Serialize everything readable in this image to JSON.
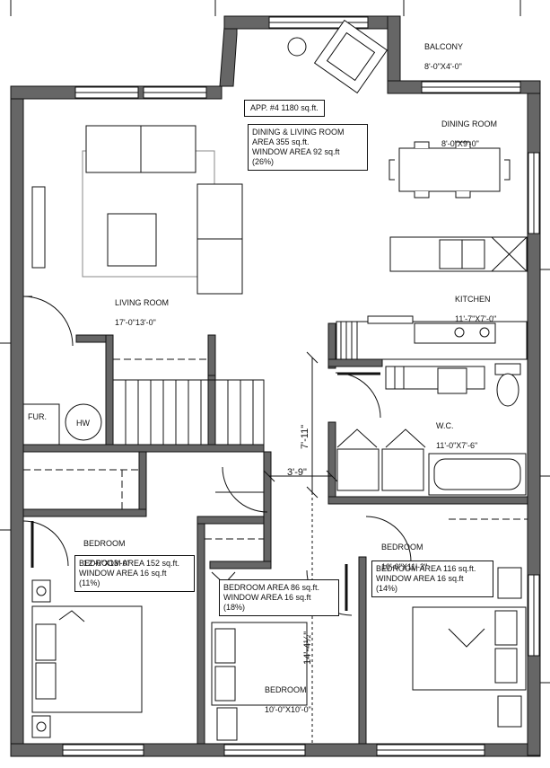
{
  "apartment": {
    "summary": "APP. #4 1180 sq.ft."
  },
  "rooms": {
    "balcony": {
      "name": "BALCONY",
      "size": "8'-0\"X4'-0\""
    },
    "dining": {
      "name": "DINING ROOM",
      "size": "8'-0\"X9'-0\""
    },
    "living": {
      "name": "LIVING ROOM",
      "size": "17'-0\"13'-0\""
    },
    "kitchen": {
      "name": "KITCHEN",
      "size": "11'-7\"X7'-0\""
    },
    "wc": {
      "name": "W.C.",
      "size": "11'-0\"X7'-6\""
    },
    "bedroom1": {
      "name": "BEDROOM",
      "size": "12'-0\"X13'-0\""
    },
    "bedroom2": {
      "name": "BEDROOM",
      "size": "10'-0\"X10'-0\""
    },
    "bedroom3": {
      "name": "BEDROOM",
      "size": "10'-0\"X11'-3\""
    },
    "fur": {
      "name": "FUR."
    },
    "hw": {
      "name": "HW"
    }
  },
  "areas": {
    "living": {
      "line1": "DINING & LIVING ROOM",
      "line2": "AREA 355 sq.ft.",
      "line3": "WINDOW AREA 92 sq.ft",
      "line4": "(26%)"
    },
    "bedroom1": {
      "line1": "BEDROOM AREA 152 sq.ft.",
      "line2": "WINDOW AREA 16 sq.ft",
      "line3": "(11%)"
    },
    "bedroom2": {
      "line1": "BEDROOM AREA 86 sq.ft.",
      "line2": "WINDOW AREA 16 sq.ft",
      "line3": "(18%)"
    },
    "bedroom3": {
      "line1": "BEDROOM AREA 116 sq.ft.",
      "line2": "WINDOW AREA 16 sq.ft",
      "line3": "(14%)"
    }
  },
  "dimensions": {
    "hall_length": "7'-11\"",
    "hall_width": "3'-9\"",
    "bedroom_length": "14'-4½\""
  },
  "colors": {
    "wall": "#666666",
    "wall_outline": "#111111",
    "line": "#111111"
  }
}
